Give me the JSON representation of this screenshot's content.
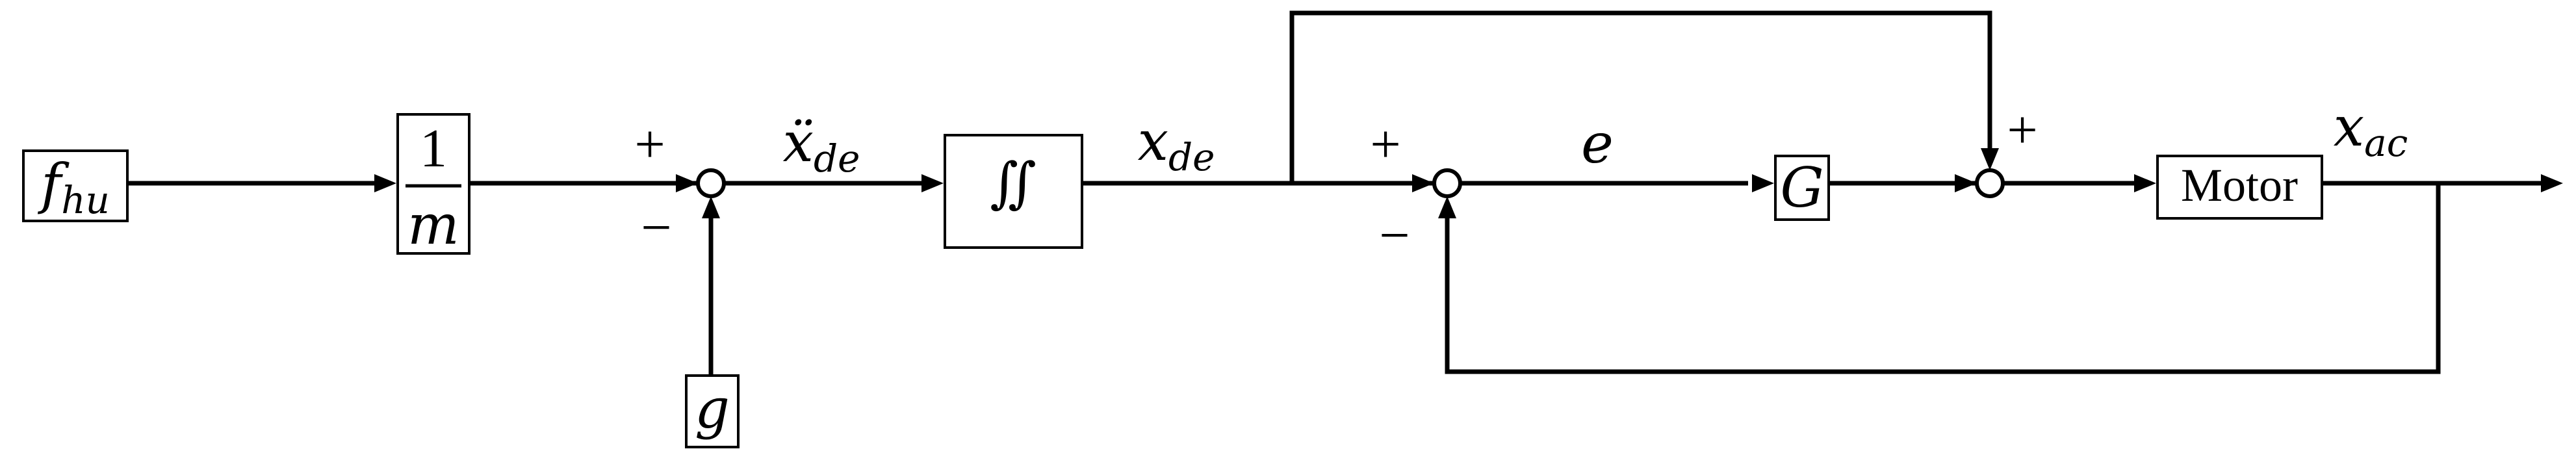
{
  "blocks": {
    "input": {
      "main": "f",
      "sub": "hu"
    },
    "inverse_mass": {
      "numerator": "1",
      "denominator": "m"
    },
    "integrator": {
      "label": "∬"
    },
    "gravity": {
      "label": "g"
    },
    "controller": {
      "label": "G"
    },
    "motor": {
      "label": "Motor"
    }
  },
  "signals": {
    "acceleration": {
      "main": "ẍ",
      "sub": "de"
    },
    "desired_position": {
      "main": "x",
      "sub": "de"
    },
    "error": {
      "main": "e"
    },
    "actual_position": {
      "main": "x",
      "sub": "ac"
    }
  },
  "junction_signs": {
    "sum1_plus": "+",
    "sum1_minus": "−",
    "sum2_plus": "+",
    "sum2_minus": "−",
    "sum3_plus": "+"
  }
}
